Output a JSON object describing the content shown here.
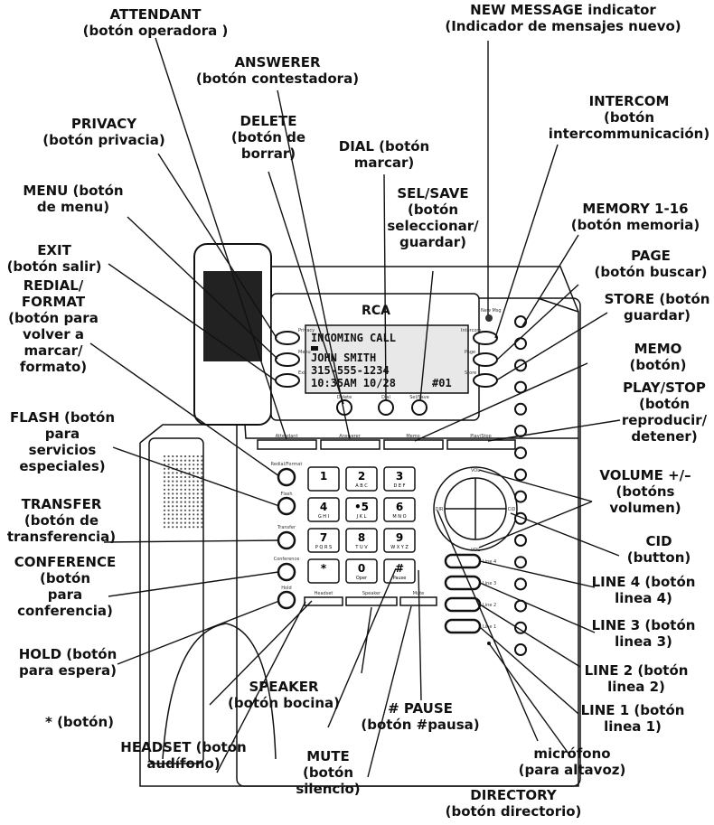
{
  "brand": "RCA",
  "display": {
    "line1": "INCOMING CALL",
    "line2": "JOHN SMITH",
    "line3": "315-555-1234",
    "line4": "10:35AM 10/28",
    "line4_right": "#01"
  },
  "phone_labels": {
    "privacy": "Privacy",
    "menu": "Menu",
    "exit": "Exit",
    "intercom": "Intercom",
    "page": "Page",
    "store": "Store",
    "new_msg": "New Msg",
    "delete": "Delete",
    "dial": "Dial",
    "sel_save": "Sel/Save",
    "attendant": "Attendant",
    "answerer": "Answerer",
    "memo": "Memo",
    "play_stop": "Play/Stop",
    "redial_format": "Redial/Format",
    "flash": "Flash",
    "transfer": "Transfer",
    "conference": "Conference",
    "hold": "Hold",
    "headset": "Headset",
    "speaker": "Speaker",
    "mute": "Mute",
    "line4": "Line 4",
    "line3": "Line 3",
    "line2": "Line 2",
    "line1": "Line 1",
    "vol": "VOL",
    "cid": "CID",
    "dir": "DIR"
  },
  "keypad": [
    {
      "digit": "1",
      "letters": ""
    },
    {
      "digit": "2",
      "letters": "A B C"
    },
    {
      "digit": "3",
      "letters": "D E F"
    },
    {
      "digit": "4",
      "letters": "G H I"
    },
    {
      "digit": "•5",
      "letters": "J K L"
    },
    {
      "digit": "6",
      "letters": "M N O"
    },
    {
      "digit": "7",
      "letters": "P Q R S"
    },
    {
      "digit": "8",
      "letters": "T U V"
    },
    {
      "digit": "9",
      "letters": "W X Y Z"
    },
    {
      "digit": "*",
      "letters": ""
    },
    {
      "digit": "0",
      "letters": "Oper"
    },
    {
      "digit": "#",
      "letters": "Pause"
    }
  ],
  "callouts": {
    "attendant": [
      "ATTENDANT",
      "(botón operadora )"
    ],
    "new_message": [
      "NEW MESSAGE indicator",
      "(Indicador de mensajes nuevo)"
    ],
    "answerer": [
      "ANSWERER",
      "(botón contestadora)"
    ],
    "privacy": [
      "PRIVACY",
      "(botón privacia)"
    ],
    "delete": [
      "DELETE",
      "(botón de",
      "borrar)"
    ],
    "dial": [
      "DIAL (botón",
      "marcar)"
    ],
    "intercom": [
      "INTERCOM",
      "(botón",
      "intercommunicación)"
    ],
    "menu": [
      "MENU (botón",
      "de menu)"
    ],
    "sel_save": [
      "SEL/SAVE",
      "(botón",
      "seleccionar/",
      "guardar)"
    ],
    "memory": [
      "MEMORY 1-16",
      "(botón memoria)"
    ],
    "exit": [
      "EXIT",
      "(botón salir)"
    ],
    "page": [
      "PAGE",
      "(botón buscar)"
    ],
    "redial": [
      "REDIAL/",
      "FORMAT",
      "(botón para",
      "volver a",
      "marcar/",
      "formato)"
    ],
    "store": [
      "STORE (botón",
      "guardar)"
    ],
    "memo": [
      "MEMO",
      "(botón)"
    ],
    "play_stop": [
      "PLAY/STOP",
      "(botón",
      "reproducir/",
      "detener)"
    ],
    "flash": [
      "FLASH (botón",
      "para",
      "servicios",
      "especiales)"
    ],
    "volume": [
      "VOLUME +/–",
      "(botóns",
      "volumen)"
    ],
    "transfer": [
      "TRANSFER",
      "(botón de",
      "transferencia)"
    ],
    "cid": [
      "CID",
      "(button)"
    ],
    "conference": [
      "CONFERENCE",
      "(botón",
      "para",
      "conferencia)"
    ],
    "line4": [
      "LINE 4 (botón",
      "linea 4)"
    ],
    "line3": [
      "LINE 3 (botón",
      "linea 3)"
    ],
    "hold": [
      "HOLD (botón",
      "para espera)"
    ],
    "line2": [
      "LINE 2 (botón",
      "linea 2)"
    ],
    "speaker": [
      "SPEAKER",
      "(botón bocina)"
    ],
    "pause": [
      "# PAUSE",
      "(botón #pausa)"
    ],
    "line1": [
      "LINE 1 (botón",
      "linea 1)"
    ],
    "star": [
      "* (botón)"
    ],
    "headset": [
      "HEADSET (botón",
      "audífono)"
    ],
    "microphone": [
      "micrófono",
      "(para altavoz)"
    ],
    "mute": [
      "MUTE",
      "(botón",
      "silencio)"
    ],
    "directory": [
      "DIRECTORY",
      "(botón directorio)"
    ]
  }
}
